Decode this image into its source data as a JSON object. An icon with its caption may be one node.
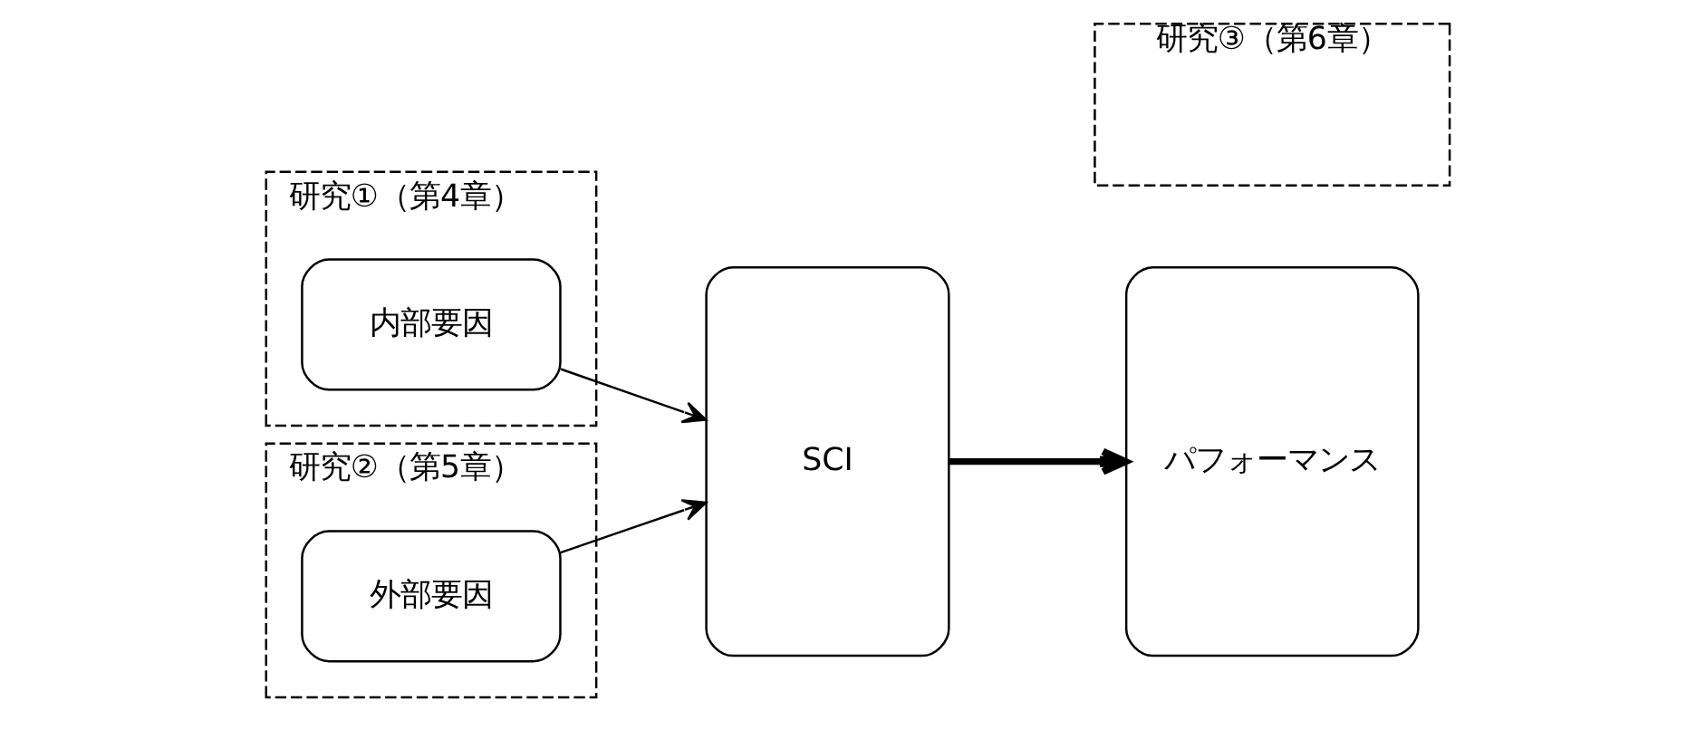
{
  "diagram": {
    "nodes": [
      {
        "text": [
          "研究①（第4章）"
        ]
      },
      {
        "text": [
          "内部要因"
        ],
        "in": 0
      },
      {
        "text": [
          "SCI"
        ]
      },
      {
        "text": [
          "パフォーマンス"
        ]
      },
      {
        "text": [
          "研究②（第5章）"
        ]
      },
      {
        "text": [
          "外部要因"
        ],
        "in": 4
      },
      {
        "text": [
          "研究③（第6章）"
        ]
      }
    ],
    "edges": [
      {
        "from": 1,
        "to": 2,
        "arrow": "to"
      },
      {
        "from": 5,
        "to": 2,
        "arrow": "to"
      },
      {
        "from": 2,
        "to": 3,
        "arrow": "to",
        "style": "thick"
      }
    ]
  }
}
